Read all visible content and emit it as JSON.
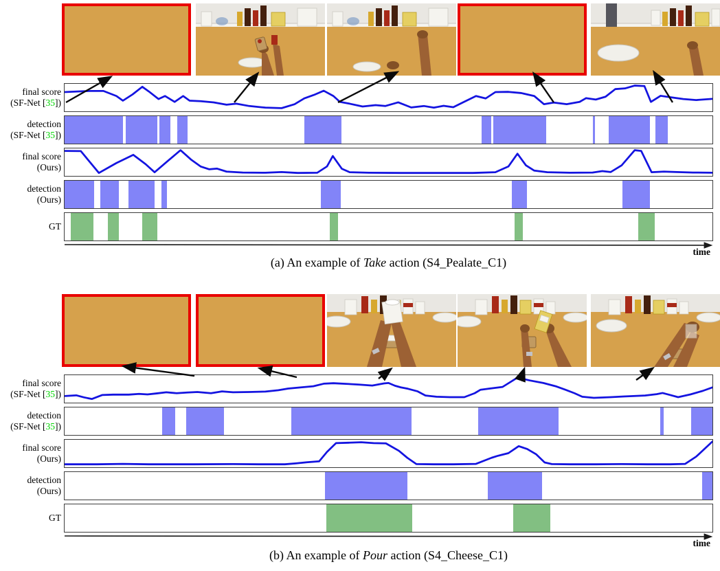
{
  "time_label": "time",
  "labels": {
    "score_sfnet": {
      "line1": "final score",
      "l2a": "(SF-Net [",
      "ref": "35",
      "l2b": "])"
    },
    "det_sfnet": {
      "line1": "detection",
      "l2a": "(SF-Net [",
      "ref": "35",
      "l2b": "])"
    },
    "score_ours": {
      "line1": "final score",
      "line2": "(Ours)"
    },
    "det_ours": {
      "line1": "detection",
      "line2": "(Ours)"
    },
    "gt": {
      "line1": "GT"
    }
  },
  "panels": [
    {
      "letter": "a",
      "caption_prefix": "(a) An example of ",
      "caption_action": "Take",
      "caption_suffix": " action (S4_Pealate_C1)",
      "frames": [
        {
          "border": "red"
        },
        {
          "border": "plain"
        },
        {
          "border": "plain"
        },
        {
          "border": "red"
        },
        {
          "border": "plain"
        }
      ]
    },
    {
      "letter": "b",
      "caption_prefix": "(b) An example of ",
      "caption_action": "Pour",
      "caption_suffix": " action (S4_Cheese_C1)",
      "frames": [
        {
          "border": "red"
        },
        {
          "border": "red"
        },
        {
          "border": "plain"
        },
        {
          "border": "plain"
        },
        {
          "border": "plain"
        }
      ]
    }
  ],
  "colors": {
    "line_blue": "#1414e0",
    "detection_purple": "#8284f8",
    "gt_green": "#82bf82",
    "citation_green": "#00d400",
    "keyframe_red": "#e90000"
  },
  "chart_data": [
    {
      "panel": "a",
      "title": "(a) An example of Take action (S4_Pealate_C1)",
      "xlabel": "time",
      "x_range_pct": [
        0,
        100
      ],
      "y_range": [
        0,
        1
      ],
      "grid": false,
      "series": [
        {
          "name": "final score (SF-Net [35])",
          "type": "line",
          "color": "#1414e0",
          "points": [
            [
              0,
              0.72
            ],
            [
              2,
              0.75
            ],
            [
              4,
              0.77
            ],
            [
              6,
              0.77
            ],
            [
              8,
              0.55
            ],
            [
              9,
              0.35
            ],
            [
              10.5,
              0.62
            ],
            [
              12,
              0.95
            ],
            [
              13,
              0.75
            ],
            [
              14.5,
              0.42
            ],
            [
              15.5,
              0.55
            ],
            [
              17,
              0.3
            ],
            [
              18.3,
              0.55
            ],
            [
              19.3,
              0.35
            ],
            [
              21,
              0.33
            ],
            [
              23,
              0.28
            ],
            [
              25,
              0.18
            ],
            [
              26.5,
              0.22
            ],
            [
              28.5,
              0.12
            ],
            [
              31,
              0.05
            ],
            [
              33.5,
              0.03
            ],
            [
              35.5,
              0.2
            ],
            [
              37,
              0.45
            ],
            [
              38.5,
              0.6
            ],
            [
              40,
              0.78
            ],
            [
              41.5,
              0.55
            ],
            [
              42.5,
              0.3
            ],
            [
              44,
              0.22
            ],
            [
              46,
              0.1
            ],
            [
              48,
              0.16
            ],
            [
              49.5,
              0.12
            ],
            [
              51.5,
              0.28
            ],
            [
              53.5,
              0.06
            ],
            [
              55.5,
              0.12
            ],
            [
              57,
              0.05
            ],
            [
              58.5,
              0.13
            ],
            [
              60,
              0.07
            ],
            [
              61.5,
              0.28
            ],
            [
              63.5,
              0.55
            ],
            [
              65,
              0.45
            ],
            [
              66.5,
              0.72
            ],
            [
              68.5,
              0.73
            ],
            [
              70.5,
              0.68
            ],
            [
              72.5,
              0.55
            ],
            [
              74,
              0.2
            ],
            [
              75.5,
              0.27
            ],
            [
              77.5,
              0.2
            ],
            [
              79.5,
              0.3
            ],
            [
              80.5,
              0.46
            ],
            [
              82,
              0.4
            ],
            [
              83.5,
              0.52
            ],
            [
              85,
              0.85
            ],
            [
              86.5,
              0.88
            ],
            [
              88,
              1.0
            ],
            [
              89.5,
              0.98
            ],
            [
              90.5,
              0.3
            ],
            [
              92,
              0.56
            ],
            [
              93.5,
              0.5
            ],
            [
              95.5,
              0.42
            ],
            [
              97.5,
              0.38
            ],
            [
              100,
              0.43
            ]
          ]
        },
        {
          "name": "detection (SF-Net [35])",
          "type": "spans",
          "color": "#8284f8",
          "segments": [
            [
              0,
              9
            ],
            [
              9.4,
              14.3
            ],
            [
              14.6,
              16.3
            ],
            [
              17.4,
              19
            ],
            [
              37,
              42.7
            ],
            [
              64.4,
              65.9
            ],
            [
              66.2,
              74.3
            ],
            [
              81.5,
              81.9
            ],
            [
              84,
              90.3
            ],
            [
              91.2,
              93.1
            ]
          ]
        },
        {
          "name": "final score (Ours)",
          "type": "line",
          "color": "#1414e0",
          "points": [
            [
              0,
              0.97
            ],
            [
              2.5,
              0.96
            ],
            [
              5.3,
              0.02
            ],
            [
              8,
              0.45
            ],
            [
              10.6,
              0.8
            ],
            [
              12.5,
              0.4
            ],
            [
              13.9,
              0.05
            ],
            [
              16,
              0.55
            ],
            [
              17.9,
              1.0
            ],
            [
              19.5,
              0.6
            ],
            [
              21,
              0.3
            ],
            [
              22.3,
              0.18
            ],
            [
              23.5,
              0.21
            ],
            [
              25,
              0.08
            ],
            [
              27.5,
              0.04
            ],
            [
              31,
              0.03
            ],
            [
              33.5,
              0.06
            ],
            [
              36,
              0.02
            ],
            [
              39,
              0.03
            ],
            [
              40.5,
              0.3
            ],
            [
              41.4,
              0.75
            ],
            [
              42.8,
              0.2
            ],
            [
              44,
              0.05
            ],
            [
              47,
              0.03
            ],
            [
              52,
              0.02
            ],
            [
              58,
              0.02
            ],
            [
              63,
              0.02
            ],
            [
              66.5,
              0.05
            ],
            [
              68.5,
              0.3
            ],
            [
              69.9,
              0.85
            ],
            [
              71.2,
              0.35
            ],
            [
              72.5,
              0.12
            ],
            [
              74.5,
              0.05
            ],
            [
              78,
              0.03
            ],
            [
              81.5,
              0.04
            ],
            [
              83,
              0.1
            ],
            [
              84.3,
              0.06
            ],
            [
              86,
              0.35
            ],
            [
              88,
              1.0
            ],
            [
              89,
              0.97
            ],
            [
              90.6,
              0.05
            ],
            [
              92.5,
              0.08
            ],
            [
              94.5,
              0.06
            ],
            [
              97,
              0.04
            ],
            [
              100,
              0.03
            ]
          ]
        },
        {
          "name": "detection (Ours)",
          "type": "spans",
          "color": "#8284f8",
          "segments": [
            [
              0,
              4.6
            ],
            [
              5.5,
              8.4
            ],
            [
              9.9,
              13.9
            ],
            [
              15,
              15.8
            ],
            [
              39.6,
              42.6
            ],
            [
              69,
              71.4
            ],
            [
              86.1,
              90.3
            ]
          ]
        },
        {
          "name": "GT",
          "type": "spans",
          "color": "#82bf82",
          "segments": [
            [
              1,
              4.5
            ],
            [
              6.7,
              8.4
            ],
            [
              12,
              14.3
            ],
            [
              40.9,
              42.2
            ],
            [
              69.5,
              70.7
            ],
            [
              88.5,
              91.1
            ]
          ]
        }
      ]
    },
    {
      "panel": "b",
      "title": "(b) An example of Pour action (S4_Cheese_C1)",
      "xlabel": "time",
      "x_range_pct": [
        0,
        100
      ],
      "y_range": [
        0,
        1
      ],
      "grid": false,
      "series": [
        {
          "name": "final score (SF-Net [35])",
          "type": "line",
          "color": "#1414e0",
          "points": [
            [
              0,
              0.18
            ],
            [
              1.8,
              0.21
            ],
            [
              3,
              0.12
            ],
            [
              4.2,
              0.05
            ],
            [
              5.8,
              0.22
            ],
            [
              7.5,
              0.24
            ],
            [
              9.9,
              0.24
            ],
            [
              11.5,
              0.27
            ],
            [
              12.8,
              0.25
            ],
            [
              14.2,
              0.29
            ],
            [
              15.7,
              0.34
            ],
            [
              17.3,
              0.3
            ],
            [
              18.9,
              0.33
            ],
            [
              20.5,
              0.35
            ],
            [
              22.6,
              0.3
            ],
            [
              24.3,
              0.38
            ],
            [
              26,
              0.34
            ],
            [
              28.5,
              0.35
            ],
            [
              31,
              0.37
            ],
            [
              33,
              0.43
            ],
            [
              34.5,
              0.5
            ],
            [
              36.5,
              0.55
            ],
            [
              38.4,
              0.6
            ],
            [
              40,
              0.71
            ],
            [
              41.5,
              0.73
            ],
            [
              43.7,
              0.7
            ],
            [
              45.5,
              0.67
            ],
            [
              47.5,
              0.63
            ],
            [
              49.3,
              0.72
            ],
            [
              50,
              0.74
            ],
            [
              51,
              0.62
            ],
            [
              51.9,
              0.55
            ],
            [
              53,
              0.49
            ],
            [
              54.5,
              0.38
            ],
            [
              55.7,
              0.2
            ],
            [
              57.4,
              0.15
            ],
            [
              59.5,
              0.13
            ],
            [
              61.7,
              0.13
            ],
            [
              63.3,
              0.3
            ],
            [
              64.2,
              0.45
            ],
            [
              65.6,
              0.5
            ],
            [
              67.6,
              0.57
            ],
            [
              69.9,
              0.97
            ],
            [
              71.8,
              0.85
            ],
            [
              73.9,
              0.74
            ],
            [
              75.8,
              0.6
            ],
            [
              77.3,
              0.45
            ],
            [
              78.7,
              0.3
            ],
            [
              79.9,
              0.15
            ],
            [
              81.7,
              0.1
            ],
            [
              84.3,
              0.13
            ],
            [
              86.3,
              0.16
            ],
            [
              89.6,
              0.2
            ],
            [
              91.4,
              0.26
            ],
            [
              92.3,
              0.31
            ],
            [
              93.5,
              0.22
            ],
            [
              94.7,
              0.13
            ],
            [
              96.6,
              0.25
            ],
            [
              98.5,
              0.4
            ],
            [
              100,
              0.55
            ]
          ]
        },
        {
          "name": "detection (SF-Net [35])",
          "type": "spans",
          "color": "#8284f8",
          "segments": [
            [
              15.1,
              17.1
            ],
            [
              18.8,
              24.6
            ],
            [
              35,
              53.5
            ],
            [
              63.8,
              76.2
            ],
            [
              91.9,
              92.5
            ],
            [
              96.7,
              100
            ]
          ]
        },
        {
          "name": "final score (Ours)",
          "type": "line",
          "color": "#1414e0",
          "points": [
            [
              0,
              0.02
            ],
            [
              5,
              0.02
            ],
            [
              9,
              0.04
            ],
            [
              13,
              0.02
            ],
            [
              20,
              0.02
            ],
            [
              26,
              0.03
            ],
            [
              30,
              0.02
            ],
            [
              34,
              0.02
            ],
            [
              35.7,
              0.06
            ],
            [
              37.4,
              0.11
            ],
            [
              39.3,
              0.15
            ],
            [
              40.5,
              0.55
            ],
            [
              41.9,
              0.93
            ],
            [
              43.8,
              0.95
            ],
            [
              45.8,
              0.97
            ],
            [
              47.7,
              0.93
            ],
            [
              49.6,
              0.92
            ],
            [
              51.6,
              0.6
            ],
            [
              52.9,
              0.3
            ],
            [
              54.3,
              0.03
            ],
            [
              57,
              0.02
            ],
            [
              60,
              0.02
            ],
            [
              63.5,
              0.04
            ],
            [
              65.9,
              0.3
            ],
            [
              66.8,
              0.38
            ],
            [
              67.4,
              0.42
            ],
            [
              68.5,
              0.5
            ],
            [
              70.1,
              0.8
            ],
            [
              71.4,
              0.68
            ],
            [
              72.8,
              0.45
            ],
            [
              74.1,
              0.1
            ],
            [
              75.2,
              0.03
            ],
            [
              78,
              0.02
            ],
            [
              82,
              0.02
            ],
            [
              86,
              0.03
            ],
            [
              90,
              0.02
            ],
            [
              93.5,
              0.02
            ],
            [
              95.8,
              0.04
            ],
            [
              97.5,
              0.35
            ],
            [
              100,
              1.0
            ]
          ]
        },
        {
          "name": "detection (Ours)",
          "type": "spans",
          "color": "#8284f8",
          "segments": [
            [
              40.2,
              52.9
            ],
            [
              65.3,
              73.7
            ],
            [
              98.4,
              100
            ]
          ]
        },
        {
          "name": "GT",
          "type": "spans",
          "color": "#82bf82",
          "segments": [
            [
              40.4,
              53.7
            ],
            [
              69.2,
              75
            ]
          ]
        }
      ]
    }
  ]
}
